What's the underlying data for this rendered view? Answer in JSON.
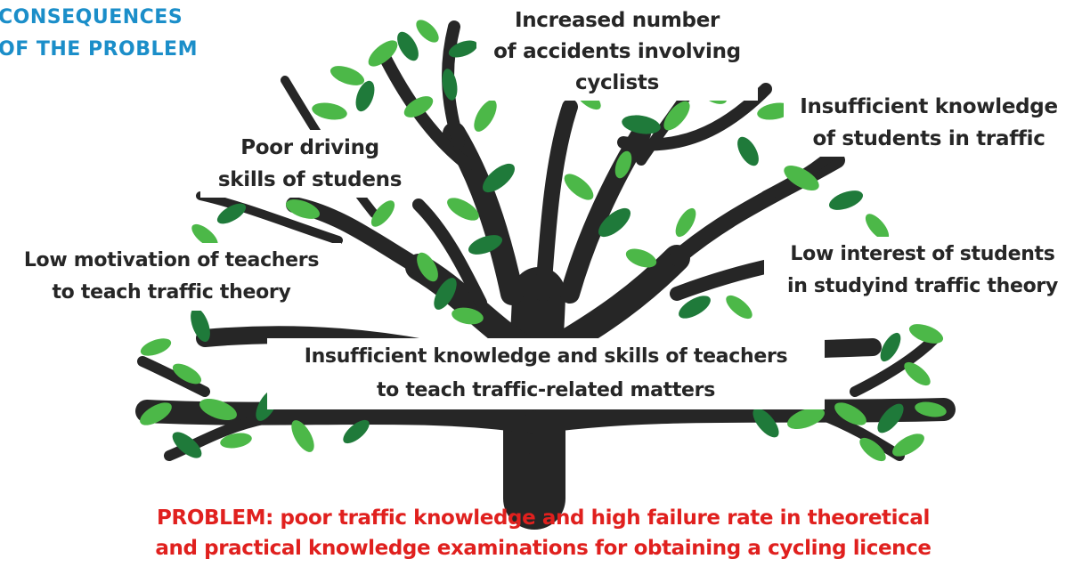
{
  "heading": {
    "line1": "CONSEQUENCES",
    "line2": "OF THE PROBLEM"
  },
  "consequences": {
    "accidents": {
      "line1": "Increased number",
      "line2": "of accidents involving",
      "line3": "cyclists"
    },
    "student_knowledge": {
      "line1": "Insufficient knowledge",
      "line2": "of students in traffic"
    },
    "driving_skills": {
      "line1": "Poor driving",
      "line2": "skills of studens"
    }
  },
  "causes": {
    "teacher_motivation": {
      "line1": "Low motivation of teachers",
      "line2": "to teach traffic theory"
    },
    "student_interest": {
      "line1": "Low interest of students",
      "line2": "in studyind traffic theory"
    },
    "teacher_knowledge": {
      "line1": "Insufficient knowledge and skills of teachers",
      "line2": "to teach traffic-related matters"
    }
  },
  "problem": {
    "line1": "PROBLEM: poor traffic knowledge and high failure rate in theoretical",
    "line2": "and practical knowledge examinations for obtaining a cycling licence"
  },
  "colors": {
    "heading": "#1b8ec9",
    "problem": "#e0201e",
    "branch": "#262626",
    "leaf_dark": "#1f7a3a",
    "leaf_light": "#4cb848"
  }
}
